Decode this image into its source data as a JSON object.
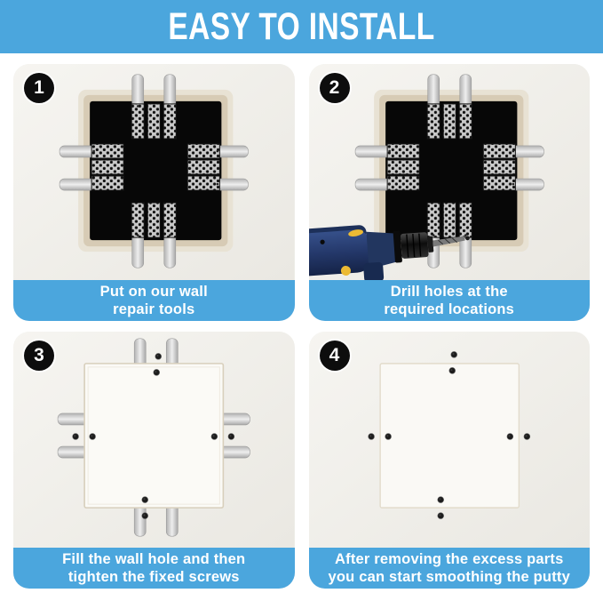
{
  "banner": {
    "title": "EASY TO INSTALL"
  },
  "steps": [
    {
      "number": "1",
      "caption": {
        "line1": "Put on our wall",
        "line2": "repair tools"
      },
      "photo": "wall-hole-with-mesh-repair-plates"
    },
    {
      "number": "2",
      "caption": {
        "line1": "Drill holes at the",
        "line2": "required locations"
      },
      "photo": "drill-making-holes-at-wall-hole"
    },
    {
      "number": "3",
      "caption": {
        "line1": "Fill the wall hole and then",
        "line2": "tighten the fixed screws"
      },
      "photo": "filled-patch-with-tabs-and-screws"
    },
    {
      "number": "4",
      "caption": {
        "line1": "After removing the excess parts",
        "line2": "you can start smoothing the putty"
      },
      "photo": "smoothed-patch-with-screws-only"
    }
  ],
  "colors": {
    "banner_blue": "#4ba6dd",
    "caption_blue": "#4ba6dd",
    "badge_black": "#0d0d0d",
    "caption_text": "#ffffff",
    "title_text": "#ffffff"
  }
}
